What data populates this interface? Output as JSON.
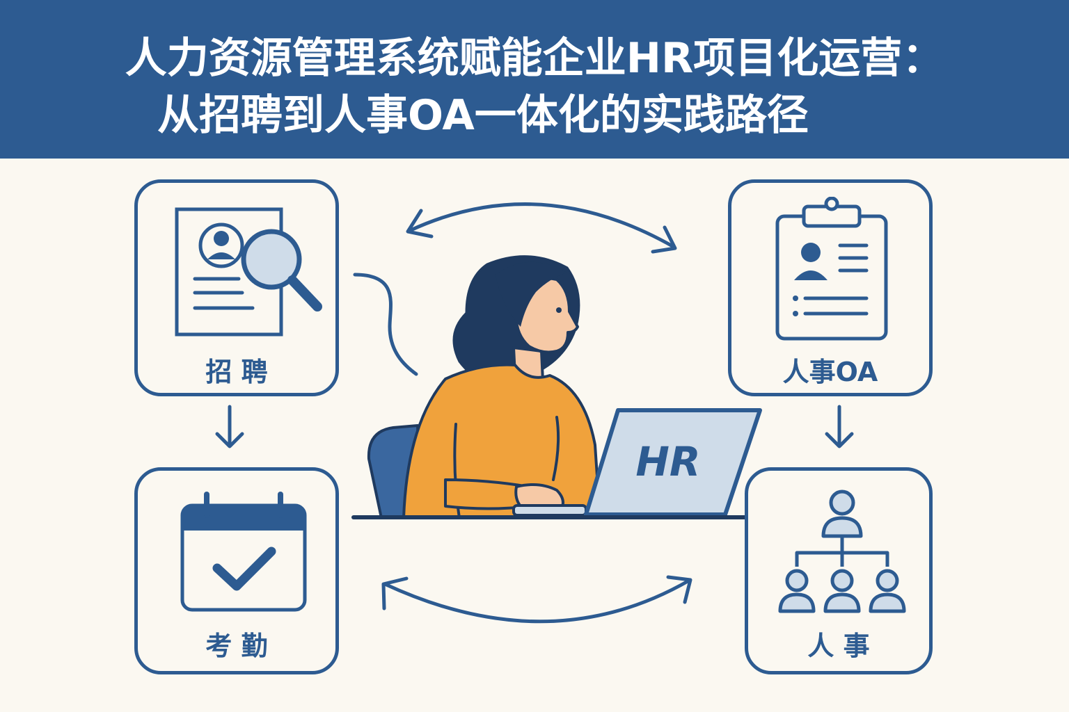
{
  "header": {
    "title_line1": "人力资源管理系统赋能企业HR项目化运营：",
    "title_line2": "从招聘到人事OA一体化的实践路径"
  },
  "modules": {
    "recruit": {
      "label": "招 聘",
      "icon": "resume-magnifier-icon"
    },
    "oa": {
      "label": "人事OA",
      "icon": "clipboard-profile-icon"
    },
    "attendance": {
      "label": "考 勤",
      "icon": "calendar-check-icon"
    },
    "personnel": {
      "label": "人 事",
      "icon": "org-chart-icon"
    }
  },
  "center": {
    "laptop_label": "HR"
  },
  "colors": {
    "navy": "#2D5B91",
    "background": "#FBF8F1",
    "accent_light": "#CFDCE9",
    "sweater": "#F0A23C",
    "skin": "#F6C9A6",
    "hair": "#1F3A5F"
  }
}
